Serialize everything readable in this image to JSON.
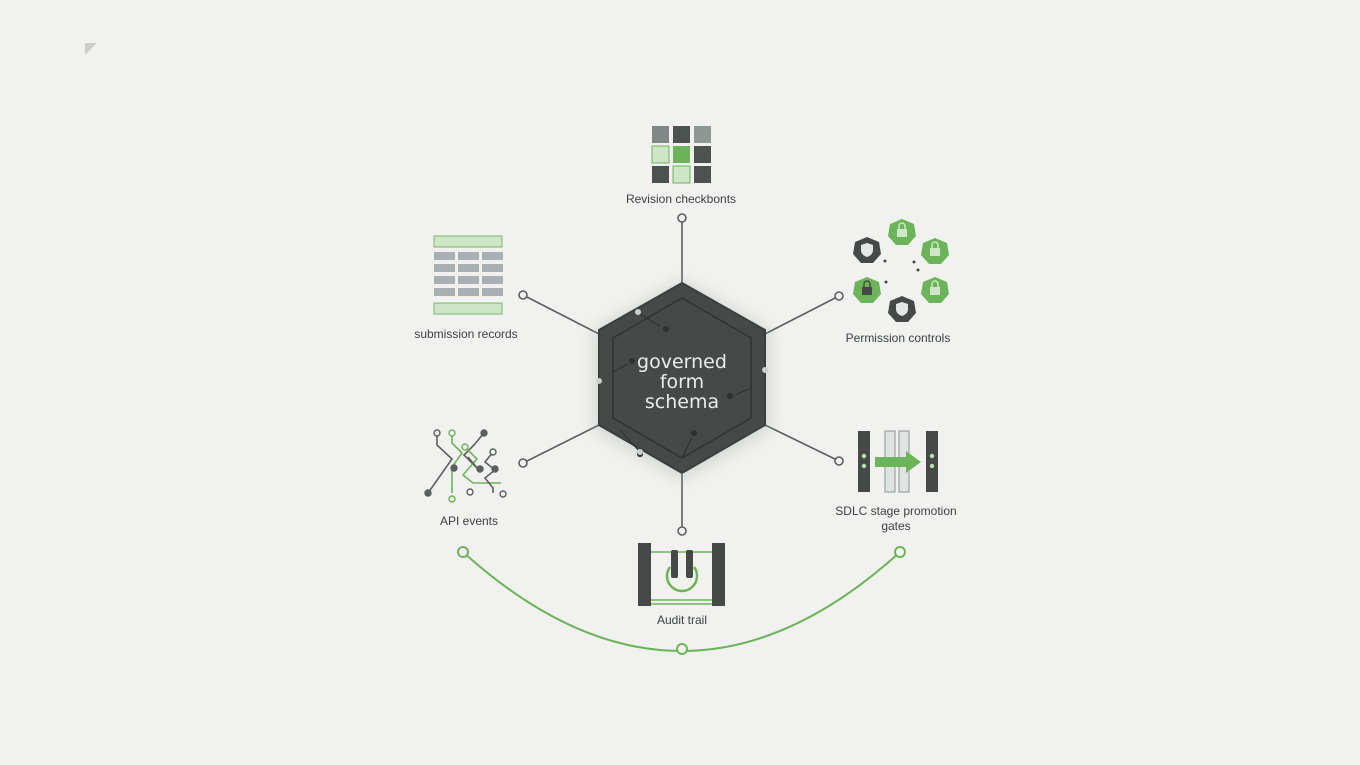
{
  "center": {
    "lines": [
      "governed",
      "form",
      "schema"
    ]
  },
  "nodes": {
    "revision": "Revision checkbonts",
    "submission": "submission records",
    "permission": "Permission controls",
    "api": "API events",
    "sdlc_line1": "SDLC stage promotion",
    "sdlc_line2": "gates",
    "audit": "Audit trail"
  },
  "colors": {
    "background": "#f1f2ef",
    "hexagon": "#464b4a",
    "dark": "#454a49",
    "green": "#6cb45a",
    "light_green": "#cfe5c7",
    "connector": "#5b605f"
  }
}
